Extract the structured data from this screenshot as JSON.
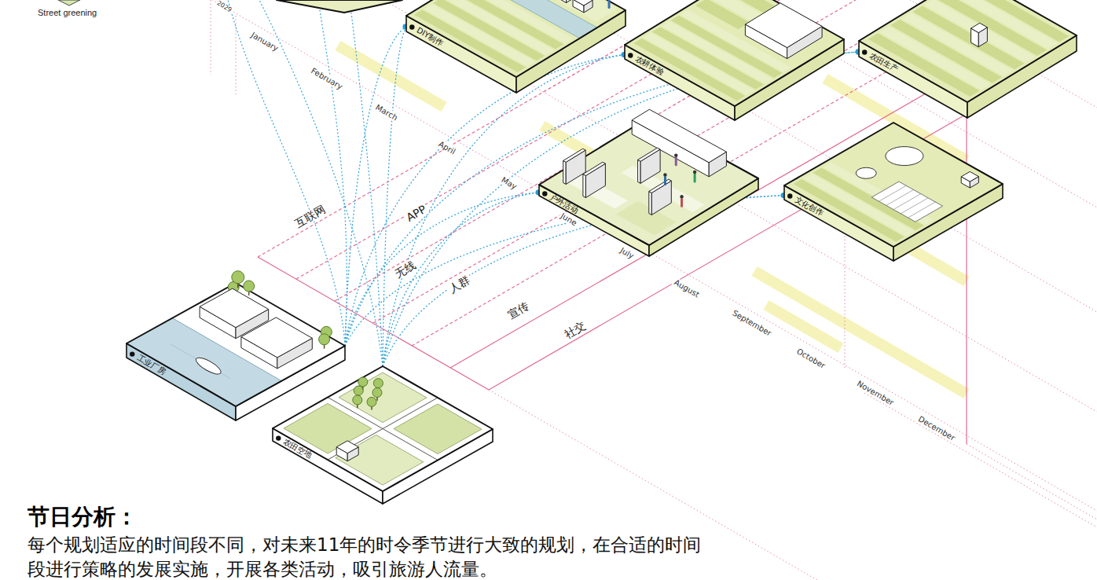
{
  "diagram": {
    "title": "节日分析：",
    "caption": "每个规划适应的时间段不同，对未来11年的时令季节进行大致的规划，在合适的时间段进行策略的发展实施，开展各类活动，吸引旅游人流量。",
    "nodes": [
      {
        "text": [
          "DIY制作"
        ]
      },
      {
        "text": [
          "农耕体验"
        ]
      },
      {
        "text": [
          "农田生产"
        ]
      },
      {
        "text": [
          "户外活动"
        ]
      },
      {
        "text": [
          "文化创作"
        ]
      },
      {
        "text": [
          "工业厂房"
        ]
      },
      {
        "text": [
          "农田空地"
        ]
      }
    ],
    "edges": [
      {
        "from": 5,
        "to": 0,
        "arrow": "none"
      },
      {
        "from": 5,
        "to": 1,
        "arrow": "none"
      },
      {
        "from": 5,
        "to": 2,
        "arrow": "none"
      },
      {
        "from": 5,
        "to": 3,
        "arrow": "none"
      },
      {
        "from": 5,
        "to": 4,
        "arrow": "none"
      },
      {
        "from": 6,
        "to": 0,
        "arrow": "none"
      },
      {
        "from": 6,
        "to": 1,
        "arrow": "none"
      },
      {
        "from": 6,
        "to": 2,
        "arrow": "none"
      },
      {
        "from": 6,
        "to": 3,
        "arrow": "none"
      },
      {
        "from": 6,
        "to": 4,
        "arrow": "none"
      }
    ],
    "labels": [
      "2029",
      "January",
      "February",
      "March",
      "April",
      "May",
      "June",
      "July",
      "August",
      "September",
      "October",
      "November",
      "December",
      "互联网",
      "APP",
      "无线",
      "人群",
      "宣传",
      "社交"
    ],
    "legend": [
      {
        "text": "Street greening"
      }
    ]
  }
}
